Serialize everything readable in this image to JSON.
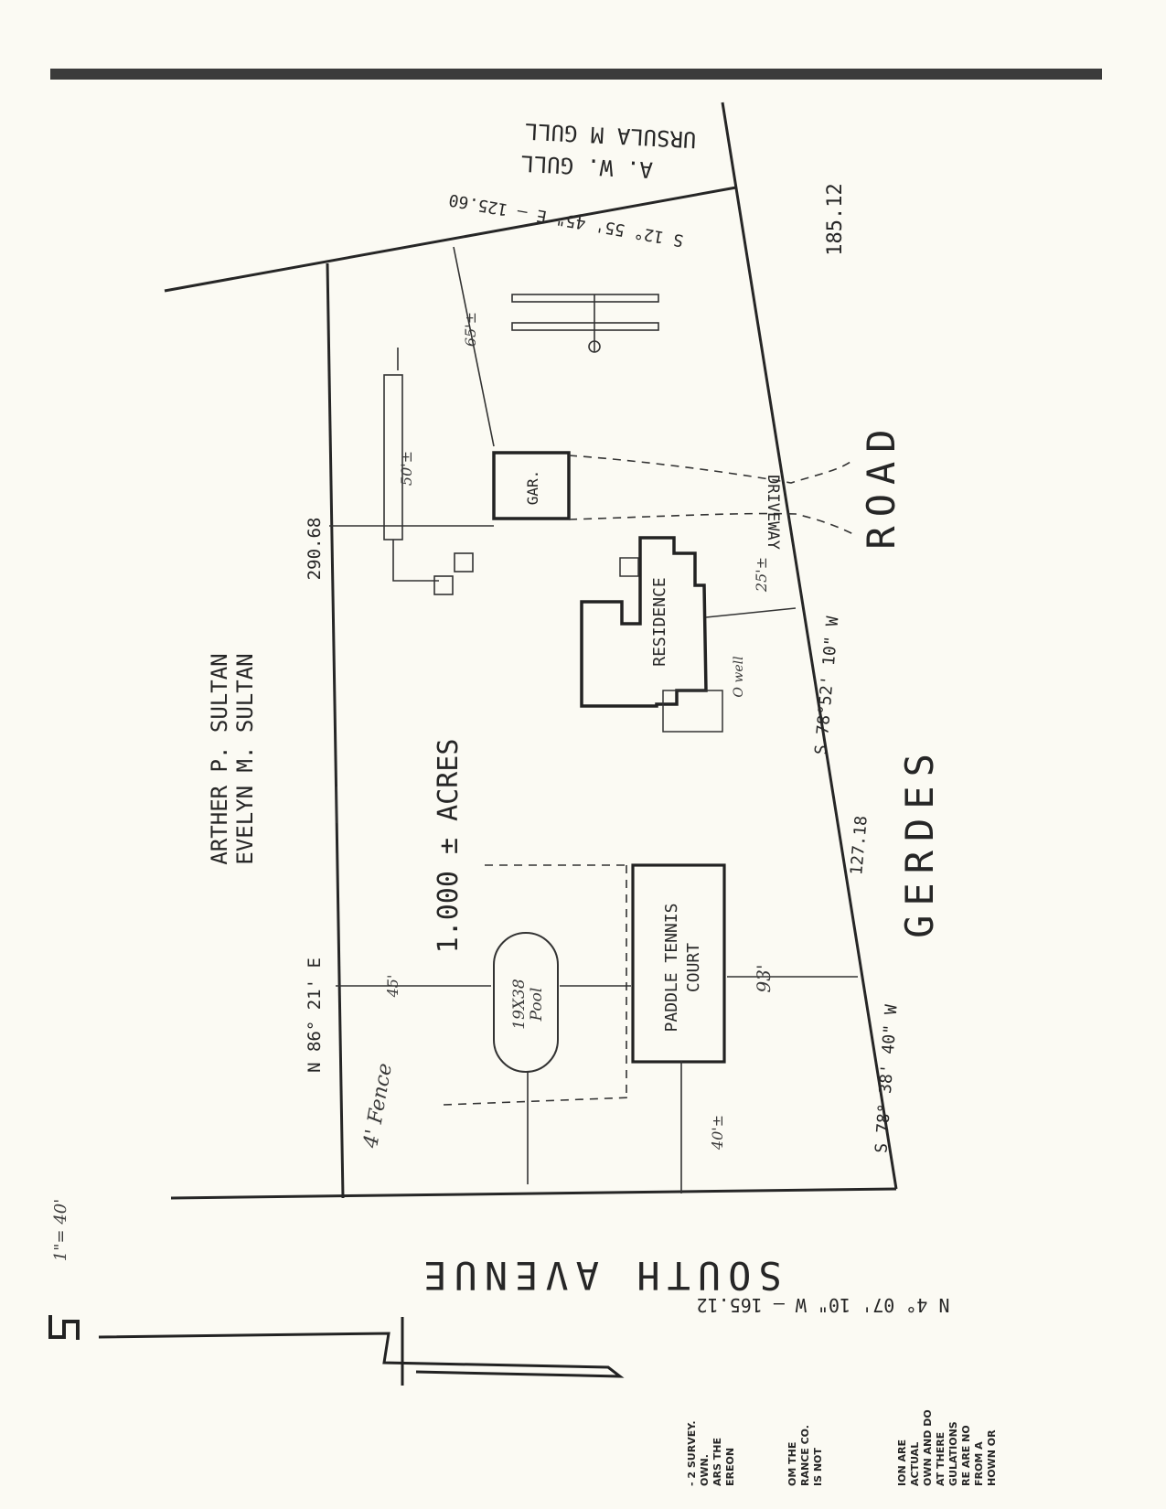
{
  "survey": {
    "neighbor_north": {
      "line1": "URSULA M GULL",
      "line2": "A. W. GULL"
    },
    "neighbor_west": {
      "line1": "ARTHER P. SULTAN",
      "line2": "EVELYN M. SULTAN"
    },
    "streets": {
      "south_avenue": "SOUTH AVENUE",
      "gerdes": "GERDES",
      "road": "ROAD"
    },
    "bearings": {
      "north_line": "S 12° 55' 45\" E — 125.60",
      "west_line_bearing": "N 86° 21' E",
      "west_line_length": "290.68",
      "south_line": "N 4° 07' 10\" W — 165.12",
      "front_line_1_bearing": "S 78° 38' 40\" W",
      "front_line_1_length": "127.18",
      "front_line_2_bearing": "S 78°52' 10\" W",
      "front_line_2_length": "185.12"
    },
    "area": "1.000 ± ACRES",
    "structures": {
      "garage": "GAR.",
      "residence": "RESIDENCE",
      "driveway": "DRIVEWAY",
      "tennis_line1": "PADDLE TENNIS",
      "tennis_line2": "COURT",
      "pool_line1": "19X38",
      "pool_line2": "Pool",
      "well": "O well"
    },
    "dimensions": {
      "d65": "65'±",
      "d50": "50'±",
      "d25": "25'±",
      "d45": "45'",
      "d93": "93'",
      "d40": "40'±"
    },
    "handwritten": {
      "fence": "4' Fence",
      "scale": "1\"= 40'"
    },
    "notes": {
      "col1": [
        "- 2 SURVEY.",
        "OWN.",
        "ARS THE",
        "EREON"
      ],
      "col2": [
        "OM THE",
        "RANCE CO.",
        "IS NOT"
      ],
      "col3": [
        "ION ARE",
        "ACTUAL",
        "OWN AND DO",
        "AT THERE",
        "GULATIONS",
        "RE ARE NO",
        "FROM A",
        "HOWN OR"
      ]
    }
  }
}
